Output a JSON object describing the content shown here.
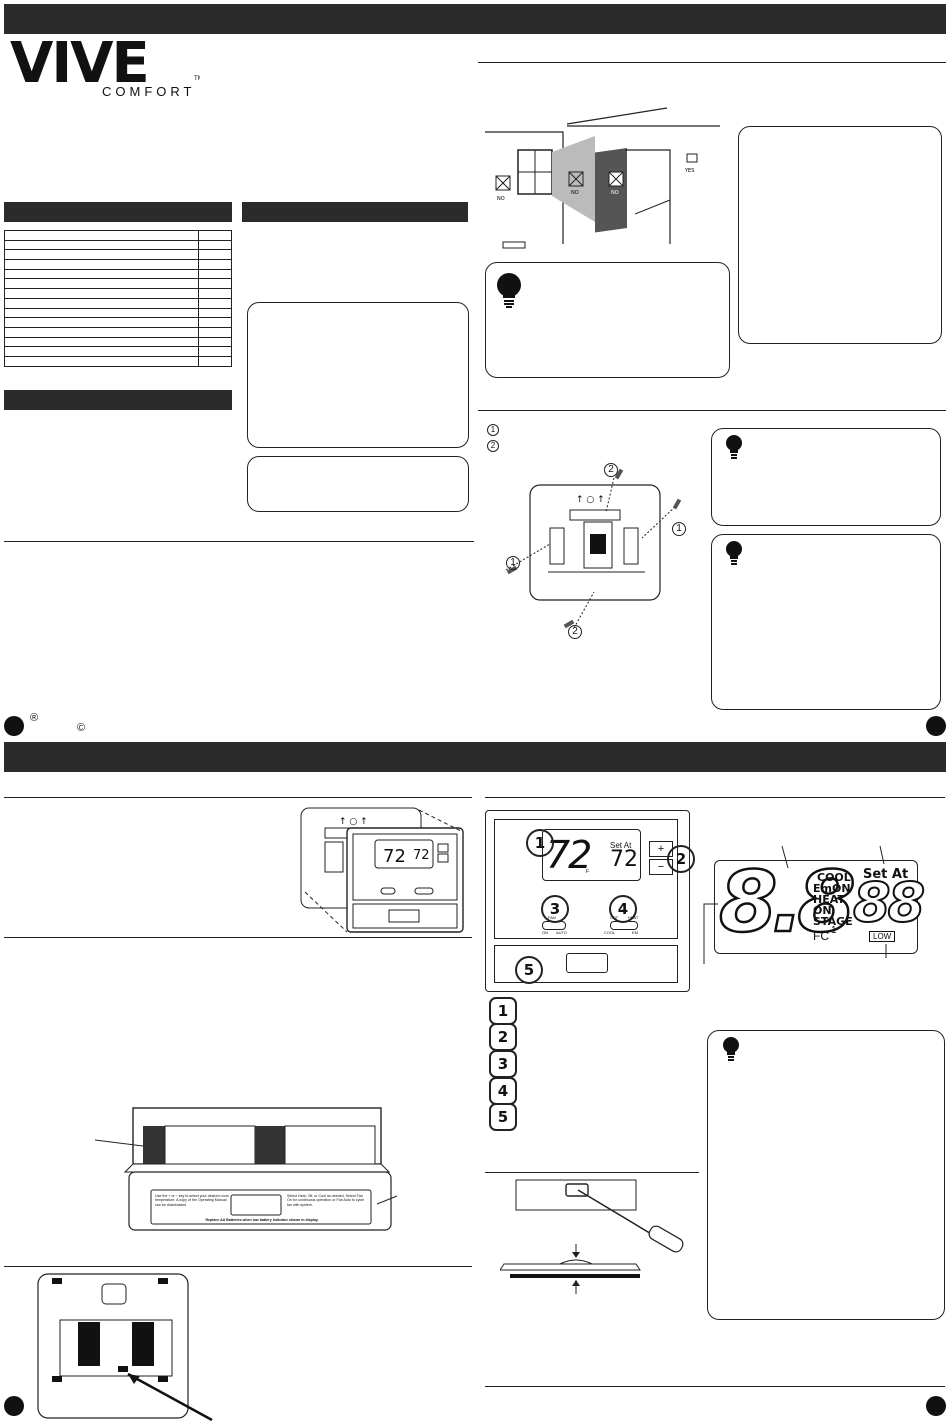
{
  "brand": {
    "logo_text": "VIVE",
    "sub_text": "COMFORT",
    "trademark": "TM"
  },
  "footer_symbols": {
    "registered": "®",
    "copyright": "©"
  },
  "thermostat_face": {
    "room_temp": "72",
    "unit": "F",
    "set_at_label": "Set At",
    "set_temp": "72",
    "plus": "+",
    "minus": "−",
    "fan_label": "FAN",
    "fan_options": [
      "ON",
      "AUTO"
    ],
    "system_label": "SYSTEM",
    "system_options": [
      "OFF",
      "HEAT",
      "COOL",
      "EM"
    ]
  },
  "callout_numbers": [
    "1",
    "2",
    "3",
    "4",
    "5"
  ],
  "wallplate_numbers": [
    "1",
    "2"
  ],
  "lcd": {
    "digits_left": "8.8",
    "digits_right": "88",
    "set_at": "Set At",
    "modes": [
      "COOL",
      "EmON",
      "HEAT",
      "ON",
      "STAGE"
    ],
    "fc": "FC",
    "stage_num": "1",
    "low": "LOW"
  },
  "location": {
    "labels": [
      "NO",
      "NO",
      "NO",
      "YES"
    ]
  },
  "battery_label": {
    "left_text": "Use the + or − key to select your desired room temperature. A copy of the Operating Manual can be downloaded",
    "right_text": "Select Heat, Off, or Cool as needed. Select Fan On for continuous operation or Fan Auto to cycle fan with system.",
    "bottom_text": "Replace AA Batteries when low battery indicator shown in display."
  },
  "page2_mini_display": {
    "temp": "72",
    "set": "72"
  },
  "colors": {
    "header_band": "#2b2b2b",
    "ink": "#111111",
    "shade": "#bbbbbb"
  }
}
